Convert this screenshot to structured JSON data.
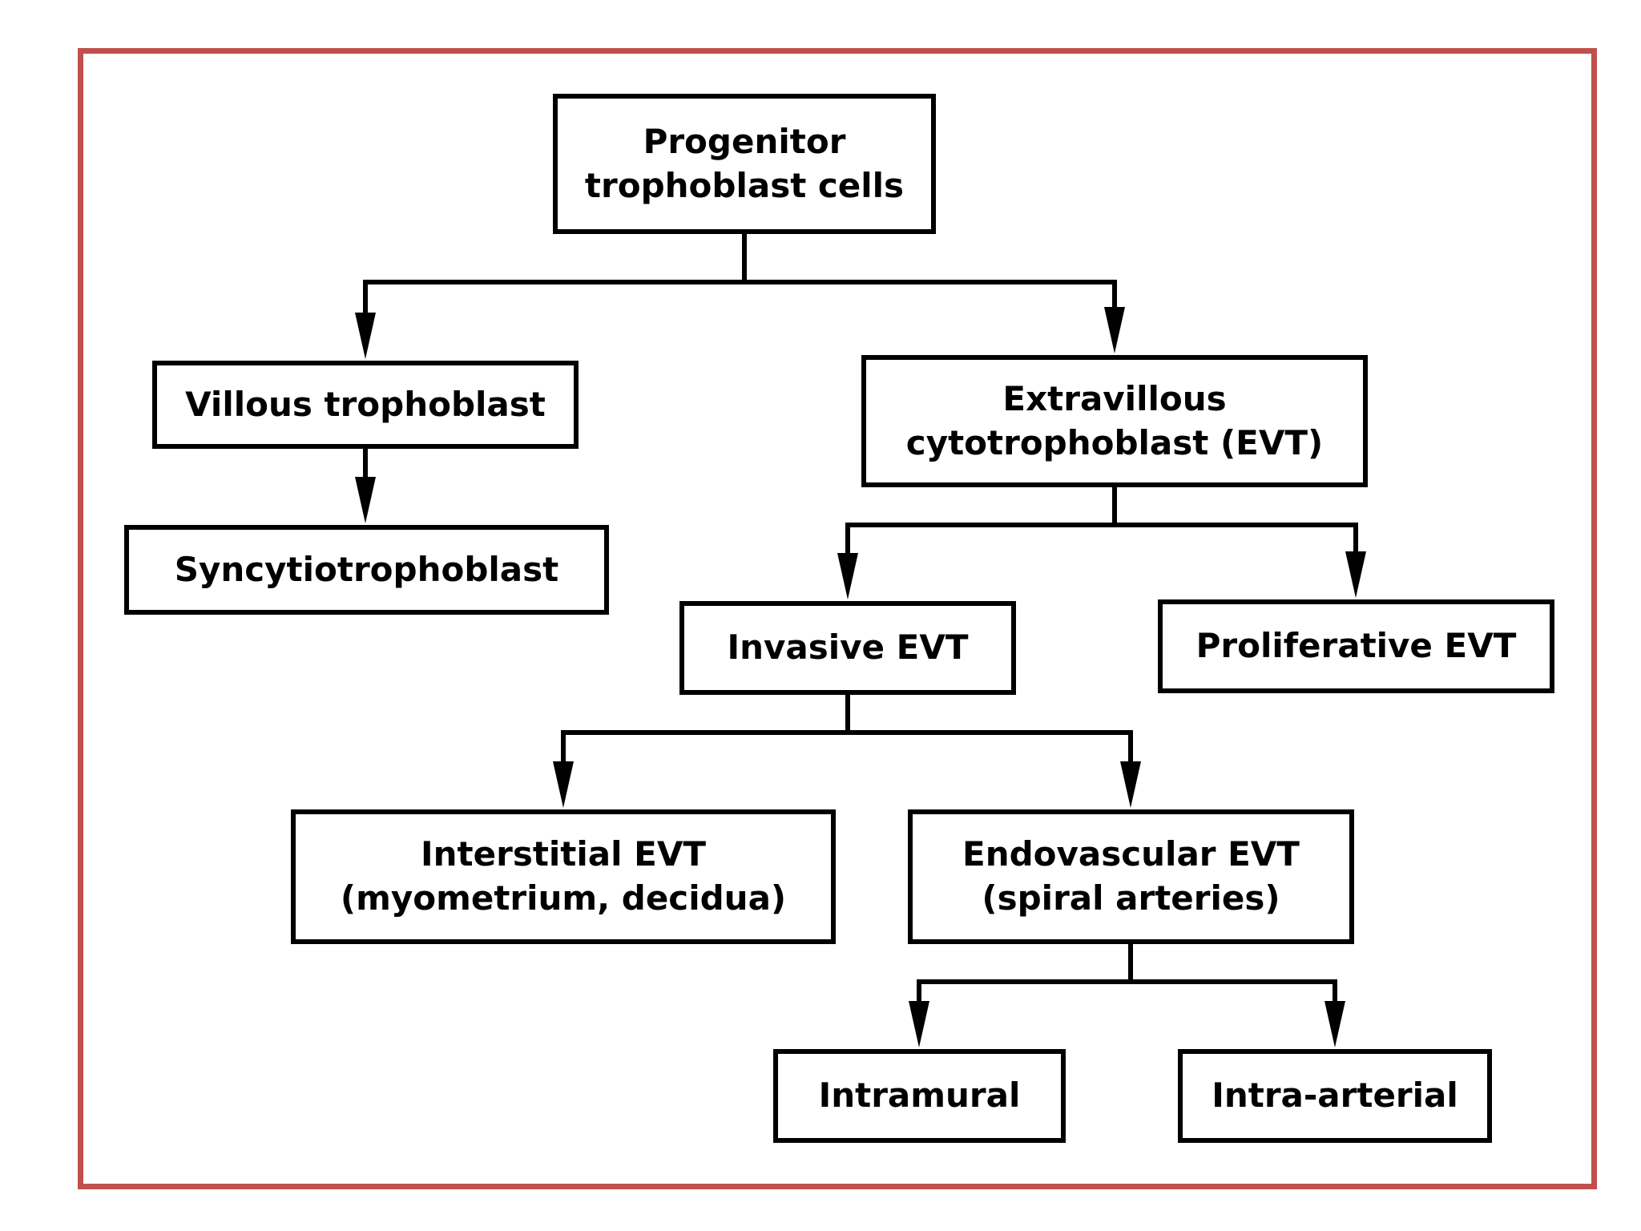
{
  "diagram": {
    "type": "flowchart",
    "frame_color": "#c0504d",
    "line_color": "#000000",
    "box_border_color": "#000000",
    "box_fill_color": "#ffffff",
    "text_color": "#000000",
    "background_color": "#ffffff",
    "nodes": {
      "progenitor": {
        "label": "Progenitor\ntrophoblast cells"
      },
      "villous": {
        "label": "Villous trophoblast"
      },
      "syncytiotrophoblast": {
        "label": "Syncytiotrophoblast"
      },
      "evt": {
        "label": "Extravillous\ncytotrophoblast (EVT)"
      },
      "invasive": {
        "label": "Invasive EVT"
      },
      "proliferative": {
        "label": "Proliferative EVT"
      },
      "interstitial": {
        "label": "Interstitial EVT\n(myometrium, decidua)"
      },
      "endovascular": {
        "label": "Endovascular EVT\n(spiral arteries)"
      },
      "intramural": {
        "label": "Intramural"
      },
      "intra_arterial": {
        "label": "Intra-arterial"
      }
    },
    "edges": [
      {
        "from": "progenitor",
        "to": "villous"
      },
      {
        "from": "progenitor",
        "to": "evt"
      },
      {
        "from": "villous",
        "to": "syncytiotrophoblast"
      },
      {
        "from": "evt",
        "to": "invasive"
      },
      {
        "from": "evt",
        "to": "proliferative"
      },
      {
        "from": "invasive",
        "to": "interstitial"
      },
      {
        "from": "invasive",
        "to": "endovascular"
      },
      {
        "from": "endovascular",
        "to": "intramural"
      },
      {
        "from": "endovascular",
        "to": "intra_arterial"
      }
    ]
  }
}
